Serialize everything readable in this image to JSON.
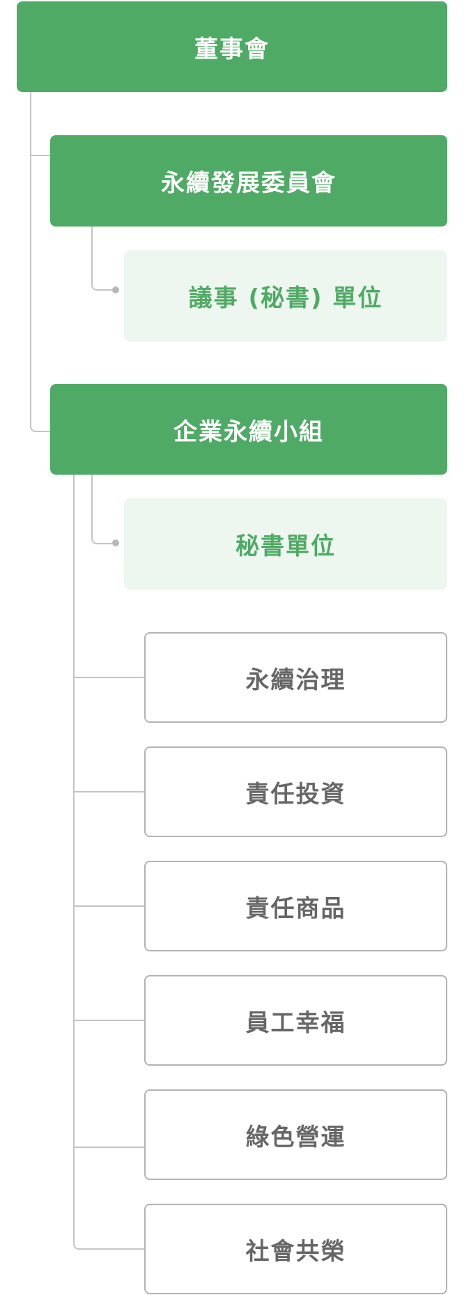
{
  "org_chart": {
    "board": "董事會",
    "sustainability_committee": "永續發展委員會",
    "committee_secretariat": "議事 (秘書) 單位",
    "sustainability_team": "企業永續小組",
    "team_secretariat": "秘書單位",
    "working_groups": [
      "永續治理",
      "責任投資",
      "責任商品",
      "員工幸福",
      "綠色營運",
      "社會共榮"
    ]
  },
  "colors": {
    "primary_green": "#4faa65",
    "light_green": "#eef7ef",
    "outline_gray": "#b3b3b3",
    "outline_text": "#666666",
    "connector": "#c4c4c4"
  }
}
